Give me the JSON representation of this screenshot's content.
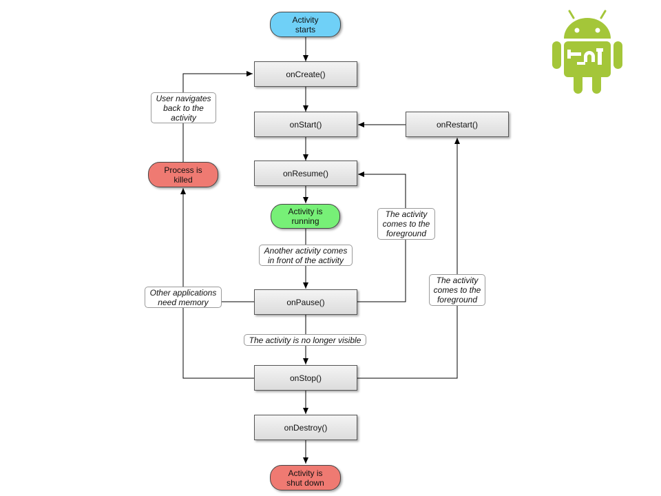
{
  "colors": {
    "start": "#6fd0f7",
    "running": "#77f077",
    "terminal": "#ef7a72",
    "android": "#a4c639",
    "line": "#000000"
  },
  "states": {
    "activity_starts": "Activity\nstarts",
    "activity_running": "Activity is\nrunning",
    "process_killed": "Process is\nkilled",
    "activity_shut_down": "Activity is\nshut down"
  },
  "methods": {
    "on_create": "onCreate()",
    "on_start": "onStart()",
    "on_restart": "onRestart()",
    "on_resume": "onResume()",
    "on_pause": "onPause()",
    "on_stop": "onStop()",
    "on_destroy": "onDestroy()"
  },
  "notes": {
    "user_navigates_back": "User navigates\nback to the\nactivity",
    "comes_to_foreground_resume": "The activity\ncomes to the\nforeground",
    "another_activity_front": "Another activity comes\nin front of the activity",
    "other_apps_need_memory": "Other applications\nneed memory",
    "comes_to_foreground_restart": "The activity\ncomes to the\nforeground",
    "no_longer_visible": "The activity is no longer visible"
  },
  "icons": [
    "android-robot-icon"
  ]
}
